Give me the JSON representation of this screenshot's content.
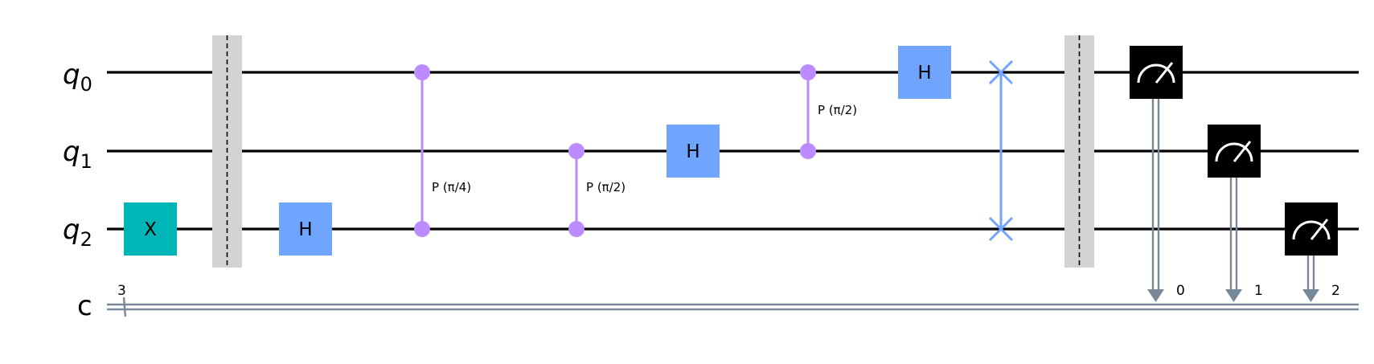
{
  "qubits": [
    {
      "label": "q",
      "index": "0"
    },
    {
      "label": "q",
      "index": "1"
    },
    {
      "label": "q",
      "index": "2"
    }
  ],
  "classical": {
    "label": "c",
    "size": "3",
    "bits": [
      "0",
      "1",
      "2"
    ]
  },
  "gates": {
    "x": {
      "label": "X",
      "color": "#00b5b8"
    },
    "h_label": "H",
    "h_color": "#6fa4ff",
    "cp1": {
      "label": "P (π/4)",
      "color": "#bb8bff"
    },
    "cp2": {
      "label": "P (π/2)",
      "color": "#bb8bff"
    },
    "cp3": {
      "label": "P (π/2)",
      "color": "#bb8bff"
    },
    "swap_color": "#6fa4ff",
    "barrier_color": "#d3d3d3",
    "measure_color": "#000000"
  }
}
